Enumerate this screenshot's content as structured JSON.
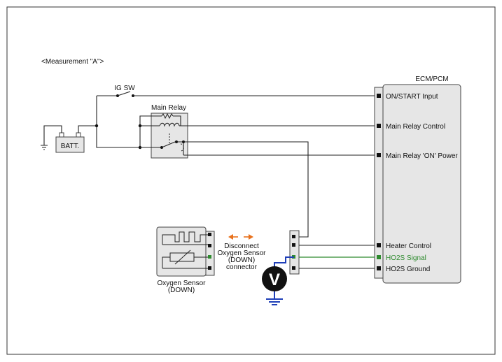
{
  "measurement_title": "<Measurement \"A\">",
  "ig_switch_label": "IG SW",
  "battery_label": "BATT.",
  "main_relay_label": "Main Relay",
  "ecm": {
    "title": "ECM/PCM",
    "pins": {
      "on_start_input": "ON/START Input",
      "main_relay_control": "Main Relay Control",
      "main_relay_on_power": "Main Relay 'ON' Power",
      "heater_control": "Heater Control",
      "ho2s_signal": "HO2S Signal",
      "ho2s_ground": "HO2S Ground"
    }
  },
  "sensor": {
    "label_line1": "Oxygen Sensor",
    "label_line2": "(DOWN)"
  },
  "disconnect_note": {
    "line1": "Disconnect",
    "line2": "Oxygen Sensor",
    "line3": "(DOWN)",
    "line4": "connector"
  },
  "voltmeter_symbol": "V",
  "colors": {
    "signal_wire": "#1f3fb8",
    "signal_label": "#2e8b2e",
    "arrow": "#e8711c",
    "ecm_fill": "#e6e6e6"
  }
}
